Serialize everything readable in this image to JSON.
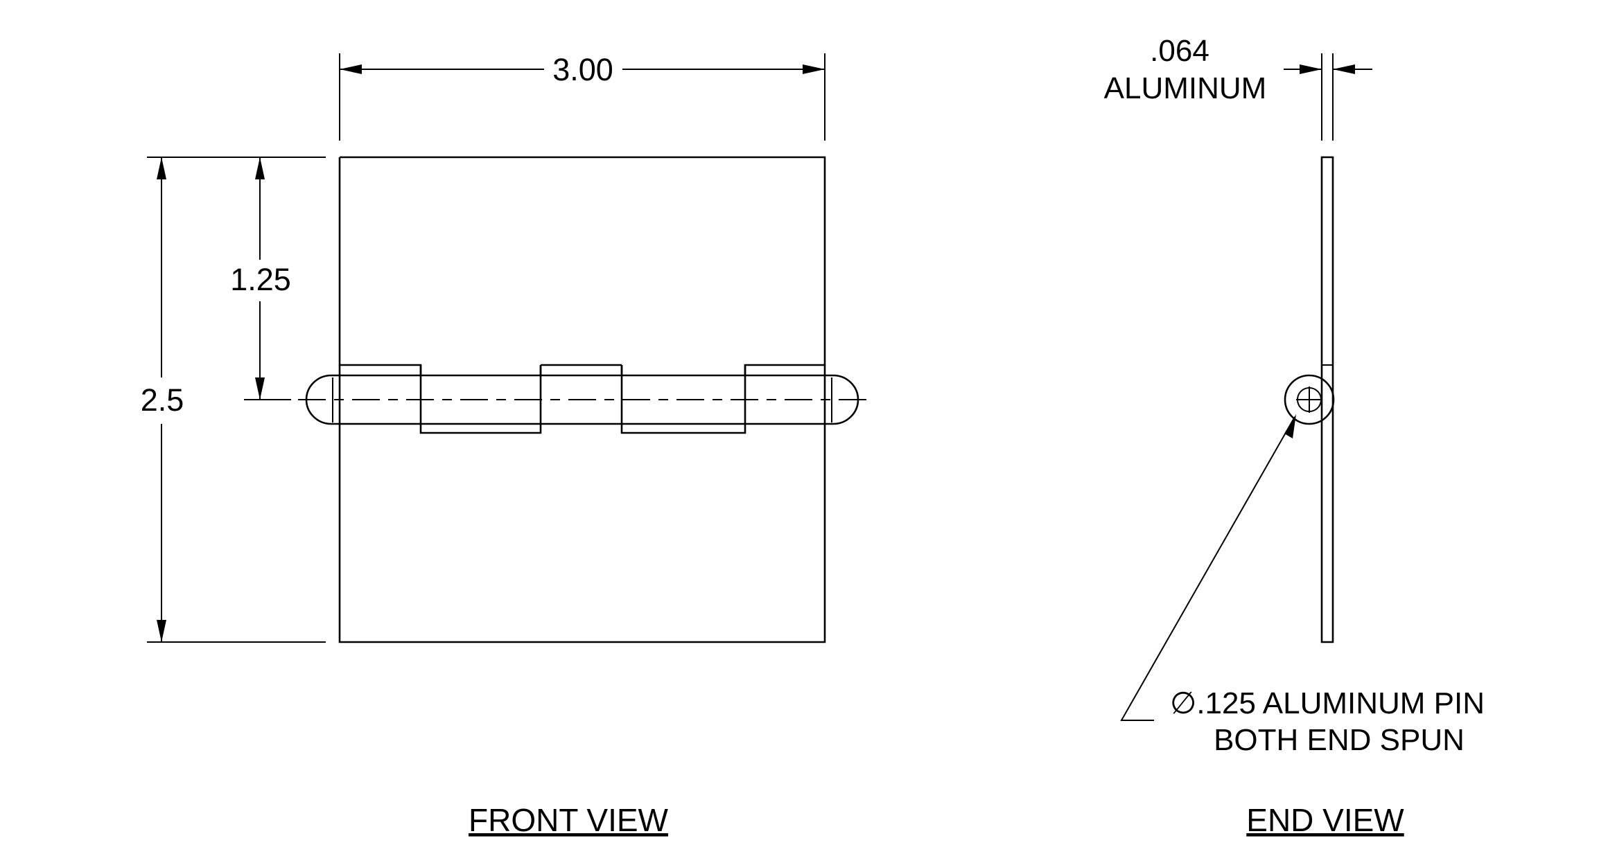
{
  "front_view": {
    "width_dim": "3.00",
    "height_dim": "2.5",
    "half_height_dim": "1.25",
    "label": "FRONT VIEW"
  },
  "end_view": {
    "thickness_value": ".064",
    "thickness_material": "ALUMINUM",
    "pin_note_diameter_symbol": "∅",
    "pin_note_line1": ".125 ALUMINUM PIN",
    "pin_note_line2": "BOTH END SPUN",
    "label": "END VIEW"
  },
  "colors": {
    "line": "#000000",
    "background": "#ffffff"
  }
}
